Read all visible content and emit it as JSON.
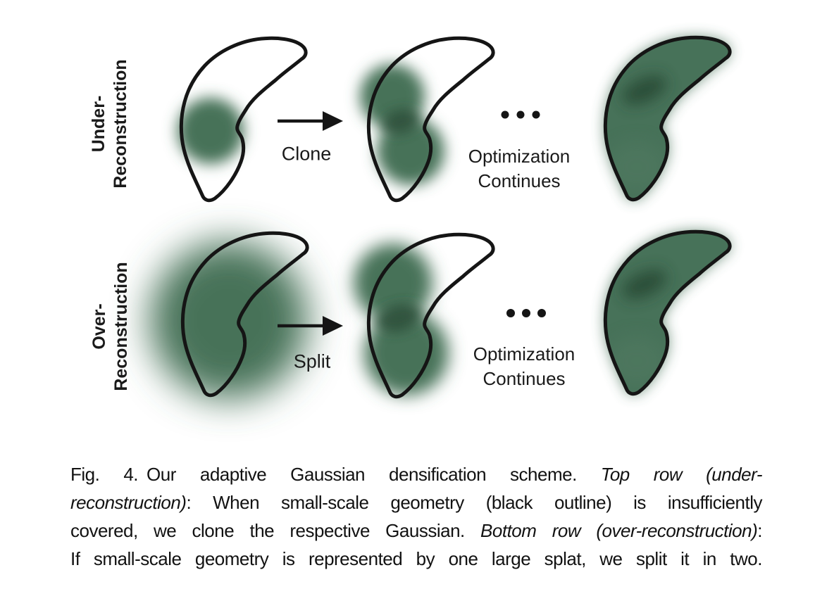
{
  "figure": {
    "rows": [
      {
        "label_line1": "Under-",
        "label_line2": "Reconstruction",
        "arrow_label": "Clone",
        "continuation_line1": "Optimization",
        "continuation_line2": "Continues"
      },
      {
        "label_line1": "Over-",
        "label_line2": "Reconstruction",
        "arrow_label": "Split",
        "continuation_line1": "Optimization",
        "continuation_line2": "Continues"
      }
    ],
    "colors": {
      "gaussian_green": "#477259",
      "gaussian_dark_green": "#2A4D38",
      "outline": "#151515",
      "text": "#1A1A1A"
    }
  },
  "caption": {
    "fig_label": "Fig. 4.",
    "line1_normal": "Our adaptive Gaussian densification scheme. ",
    "line1_italic": "Top row (under-",
    "line2_italic": "reconstruction)",
    "line2_normal": ": When small-scale geometry (black outline) is insufficiently",
    "line3_normal": "covered, we clone the respective Gaussian. ",
    "line3_italic": "Bottom row (over-reconstruction)",
    "line3_tail": ":",
    "line4_normal": "If small-scale geometry is represented by one large splat, we split it in two."
  }
}
